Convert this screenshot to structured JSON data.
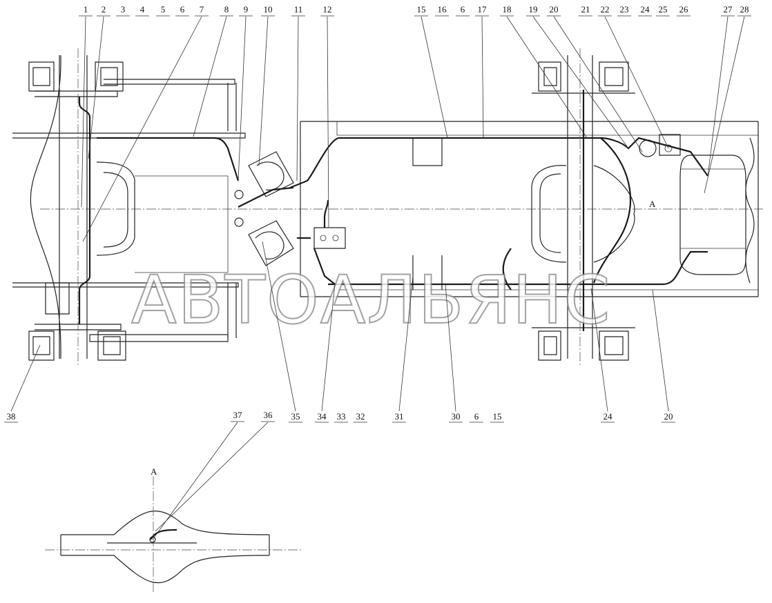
{
  "watermark": "АВТОАЛЬЯНС",
  "section_view_label": "A",
  "section_marker_label": "A",
  "top_callouts": [
    "1",
    "2",
    "3",
    "4",
    "5",
    "6",
    "7",
    "8",
    "9",
    "10",
    "11",
    "12",
    "15",
    "16",
    "6",
    "17",
    "18",
    "19",
    "20",
    "21",
    "22",
    "23",
    "24",
    "25",
    "26",
    "27",
    "28"
  ],
  "bottom_callouts": [
    "38",
    "35",
    "34",
    "33",
    "32",
    "31",
    "30",
    "6",
    "15",
    "24",
    "20"
  ],
  "section_callouts": [
    "37",
    "36"
  ]
}
